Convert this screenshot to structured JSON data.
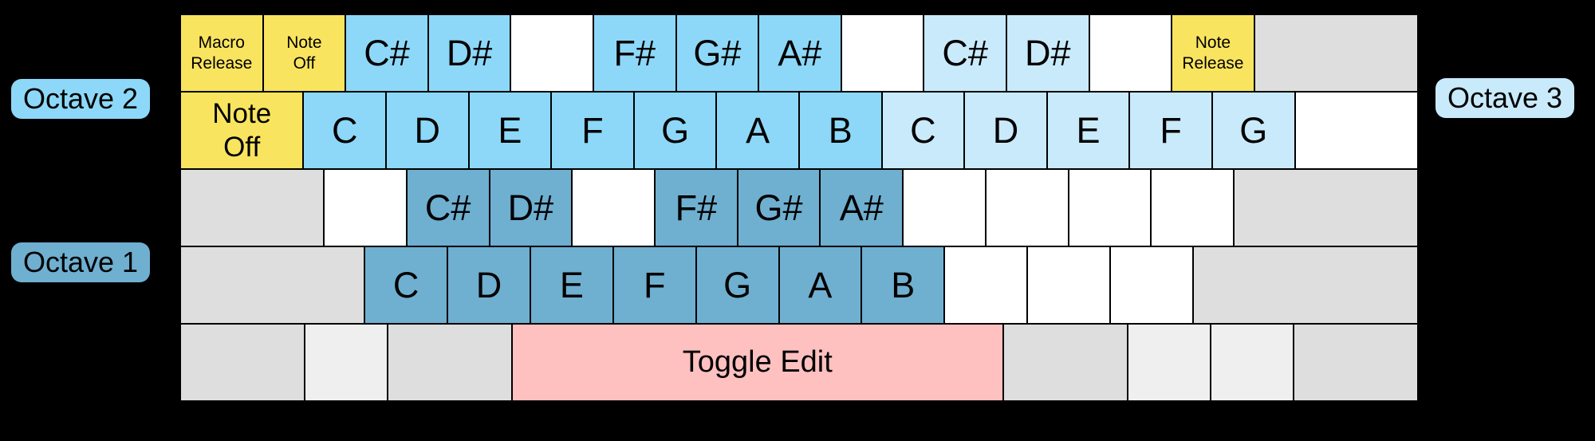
{
  "badges": {
    "octave2": "Octave 2",
    "octave1": "Octave 1",
    "octave3": "Octave 3"
  },
  "colors": {
    "yellow": "#F8E45F",
    "octave1": "#6FAFD0",
    "octave2": "#8DD8F8",
    "octave3": "#C9EAFB",
    "pink": "#FFC0C0",
    "gray": "#DEDEDE",
    "lightgray": "#EFEFEF",
    "white": "#FFFFFF",
    "background": "#000000",
    "border": "#000000",
    "text": "#000000"
  },
  "keyboard": {
    "rows": [
      [
        {
          "name": "key-macro-release",
          "label": "Macro\nRelease",
          "color": "yellow",
          "w": 1,
          "size": "small"
        },
        {
          "name": "key-note-off",
          "label": "Note\nOff",
          "color": "yellow",
          "w": 1,
          "size": "small"
        },
        {
          "name": "key-note-csharp-oct2",
          "label": "C#",
          "color": "octave2",
          "w": 1,
          "size": "large"
        },
        {
          "name": "key-note-dsharp-oct2",
          "label": "D#",
          "color": "octave2",
          "w": 1,
          "size": "large"
        },
        {
          "name": "key-blank",
          "label": "",
          "color": "white",
          "w": 1
        },
        {
          "name": "key-note-fsharp-oct2",
          "label": "F#",
          "color": "octave2",
          "w": 1,
          "size": "large"
        },
        {
          "name": "key-note-gsharp-oct2",
          "label": "G#",
          "color": "octave2",
          "w": 1,
          "size": "large"
        },
        {
          "name": "key-note-asharp-oct2",
          "label": "A#",
          "color": "octave2",
          "w": 1,
          "size": "large"
        },
        {
          "name": "key-blank",
          "label": "",
          "color": "white",
          "w": 1
        },
        {
          "name": "key-note-csharp-oct3",
          "label": "C#",
          "color": "octave3",
          "w": 1,
          "size": "large"
        },
        {
          "name": "key-note-dsharp-oct3",
          "label": "D#",
          "color": "octave3",
          "w": 1,
          "size": "large"
        },
        {
          "name": "key-blank",
          "label": "",
          "color": "white",
          "w": 1
        },
        {
          "name": "key-note-release",
          "label": "Note\nRelease",
          "color": "yellow",
          "w": 1,
          "size": "small"
        },
        {
          "name": "key-unassigned-modifier",
          "label": "",
          "color": "gray",
          "w": 2
        }
      ],
      [
        {
          "name": "key-note-off-tab",
          "label": "Note\nOff",
          "color": "yellow",
          "w": 1.5,
          "size": "medium"
        },
        {
          "name": "key-note-c-oct2",
          "label": "C",
          "color": "octave2",
          "w": 1,
          "size": "large"
        },
        {
          "name": "key-note-d-oct2",
          "label": "D",
          "color": "octave2",
          "w": 1,
          "size": "large"
        },
        {
          "name": "key-note-e-oct2",
          "label": "E",
          "color": "octave2",
          "w": 1,
          "size": "large"
        },
        {
          "name": "key-note-f-oct2",
          "label": "F",
          "color": "octave2",
          "w": 1,
          "size": "large"
        },
        {
          "name": "key-note-g-oct2",
          "label": "G",
          "color": "octave2",
          "w": 1,
          "size": "large"
        },
        {
          "name": "key-note-a-oct2",
          "label": "A",
          "color": "octave2",
          "w": 1,
          "size": "large"
        },
        {
          "name": "key-note-b-oct2",
          "label": "B",
          "color": "octave2",
          "w": 1,
          "size": "large"
        },
        {
          "name": "key-note-c-oct3",
          "label": "C",
          "color": "octave3",
          "w": 1,
          "size": "large"
        },
        {
          "name": "key-note-d-oct3",
          "label": "D",
          "color": "octave3",
          "w": 1,
          "size": "large"
        },
        {
          "name": "key-note-e-oct3",
          "label": "E",
          "color": "octave3",
          "w": 1,
          "size": "large"
        },
        {
          "name": "key-note-f-oct3",
          "label": "F",
          "color": "octave3",
          "w": 1,
          "size": "large"
        },
        {
          "name": "key-note-g-oct3",
          "label": "G",
          "color": "octave3",
          "w": 1,
          "size": "large"
        },
        {
          "name": "key-blank",
          "label": "",
          "color": "white",
          "w": 1.5
        }
      ],
      [
        {
          "name": "key-unassigned-modifier",
          "label": "",
          "color": "gray",
          "w": 1.75
        },
        {
          "name": "key-blank",
          "label": "",
          "color": "white",
          "w": 1
        },
        {
          "name": "key-note-csharp-oct1",
          "label": "C#",
          "color": "octave1",
          "w": 1,
          "size": "large"
        },
        {
          "name": "key-note-dsharp-oct1",
          "label": "D#",
          "color": "octave1",
          "w": 1,
          "size": "large"
        },
        {
          "name": "key-blank",
          "label": "",
          "color": "white",
          "w": 1
        },
        {
          "name": "key-note-fsharp-oct1",
          "label": "F#",
          "color": "octave1",
          "w": 1,
          "size": "large"
        },
        {
          "name": "key-note-gsharp-oct1",
          "label": "G#",
          "color": "octave1",
          "w": 1,
          "size": "large"
        },
        {
          "name": "key-note-asharp-oct1",
          "label": "A#",
          "color": "octave1",
          "w": 1,
          "size": "large"
        },
        {
          "name": "key-blank",
          "label": "",
          "color": "white",
          "w": 1
        },
        {
          "name": "key-blank",
          "label": "",
          "color": "white",
          "w": 1
        },
        {
          "name": "key-blank",
          "label": "",
          "color": "white",
          "w": 1
        },
        {
          "name": "key-blank",
          "label": "",
          "color": "white",
          "w": 1
        },
        {
          "name": "key-unassigned-modifier",
          "label": "",
          "color": "gray",
          "w": 2.25
        }
      ],
      [
        {
          "name": "key-unassigned-modifier",
          "label": "",
          "color": "gray",
          "w": 2.25
        },
        {
          "name": "key-note-c-oct1",
          "label": "C",
          "color": "octave1",
          "w": 1,
          "size": "large"
        },
        {
          "name": "key-note-d-oct1",
          "label": "D",
          "color": "octave1",
          "w": 1,
          "size": "large"
        },
        {
          "name": "key-note-e-oct1",
          "label": "E",
          "color": "octave1",
          "w": 1,
          "size": "large"
        },
        {
          "name": "key-note-f-oct1",
          "label": "F",
          "color": "octave1",
          "w": 1,
          "size": "large"
        },
        {
          "name": "key-note-g-oct1",
          "label": "G",
          "color": "octave1",
          "w": 1,
          "size": "large"
        },
        {
          "name": "key-note-a-oct1",
          "label": "A",
          "color": "octave1",
          "w": 1,
          "size": "large"
        },
        {
          "name": "key-note-b-oct1",
          "label": "B",
          "color": "octave1",
          "w": 1,
          "size": "large"
        },
        {
          "name": "key-blank",
          "label": "",
          "color": "white",
          "w": 1
        },
        {
          "name": "key-blank",
          "label": "",
          "color": "white",
          "w": 1
        },
        {
          "name": "key-blank",
          "label": "",
          "color": "white",
          "w": 1
        },
        {
          "name": "key-unassigned-modifier",
          "label": "",
          "color": "gray",
          "w": 2.75
        }
      ],
      [
        {
          "name": "key-unassigned-modifier",
          "label": "",
          "color": "gray",
          "w": 1.5
        },
        {
          "name": "key-unassigned-modifier",
          "label": "",
          "color": "lightgray",
          "w": 1
        },
        {
          "name": "key-unassigned-modifier",
          "label": "",
          "color": "gray",
          "w": 1.5
        },
        {
          "name": "key-toggle-edit",
          "label": "Toggle Edit",
          "color": "pink",
          "w": 6,
          "size": "toggle"
        },
        {
          "name": "key-unassigned-modifier",
          "label": "",
          "color": "gray",
          "w": 1.5
        },
        {
          "name": "key-unassigned-modifier",
          "label": "",
          "color": "lightgray",
          "w": 1
        },
        {
          "name": "key-unassigned-modifier",
          "label": "",
          "color": "lightgray",
          "w": 1
        },
        {
          "name": "key-unassigned-modifier",
          "label": "",
          "color": "gray",
          "w": 1.5
        }
      ]
    ]
  }
}
